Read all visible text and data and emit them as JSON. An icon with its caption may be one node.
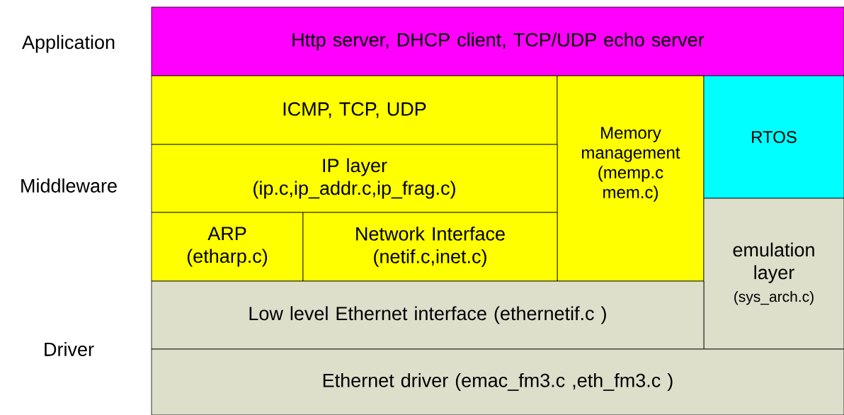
{
  "diagram": {
    "nodes": [
      {
        "text": [
          "Http server,  DHCP client, TCP/UDP echo server"
        ]
      },
      {
        "text": [
          "ICMP,  TCP,  UDP"
        ]
      },
      {
        "text": [
          "Memory management",
          "(memp.c mem.c)"
        ]
      },
      {
        "text": [
          "RTOS"
        ]
      },
      {
        "text": [
          "IP layer",
          "(ip.c,ip_addr.c,ip_frag.c)"
        ]
      },
      {
        "text": [
          "emulation layer",
          "(sys_arch.c)"
        ]
      },
      {
        "text": [
          "ARP",
          "(etharp.c)"
        ]
      },
      {
        "text": [
          "Network Interface",
          "(netif.c,inet.c)"
        ]
      },
      {
        "text": [
          "Low level Ethernet interface (ethernetif.c )"
        ]
      },
      {
        "text": [
          "Ethernet driver (emac_fm3.c ,eth_fm3.c )"
        ]
      }
    ],
    "labels": [
      "Application",
      "Middleware",
      "Driver"
    ]
  }
}
